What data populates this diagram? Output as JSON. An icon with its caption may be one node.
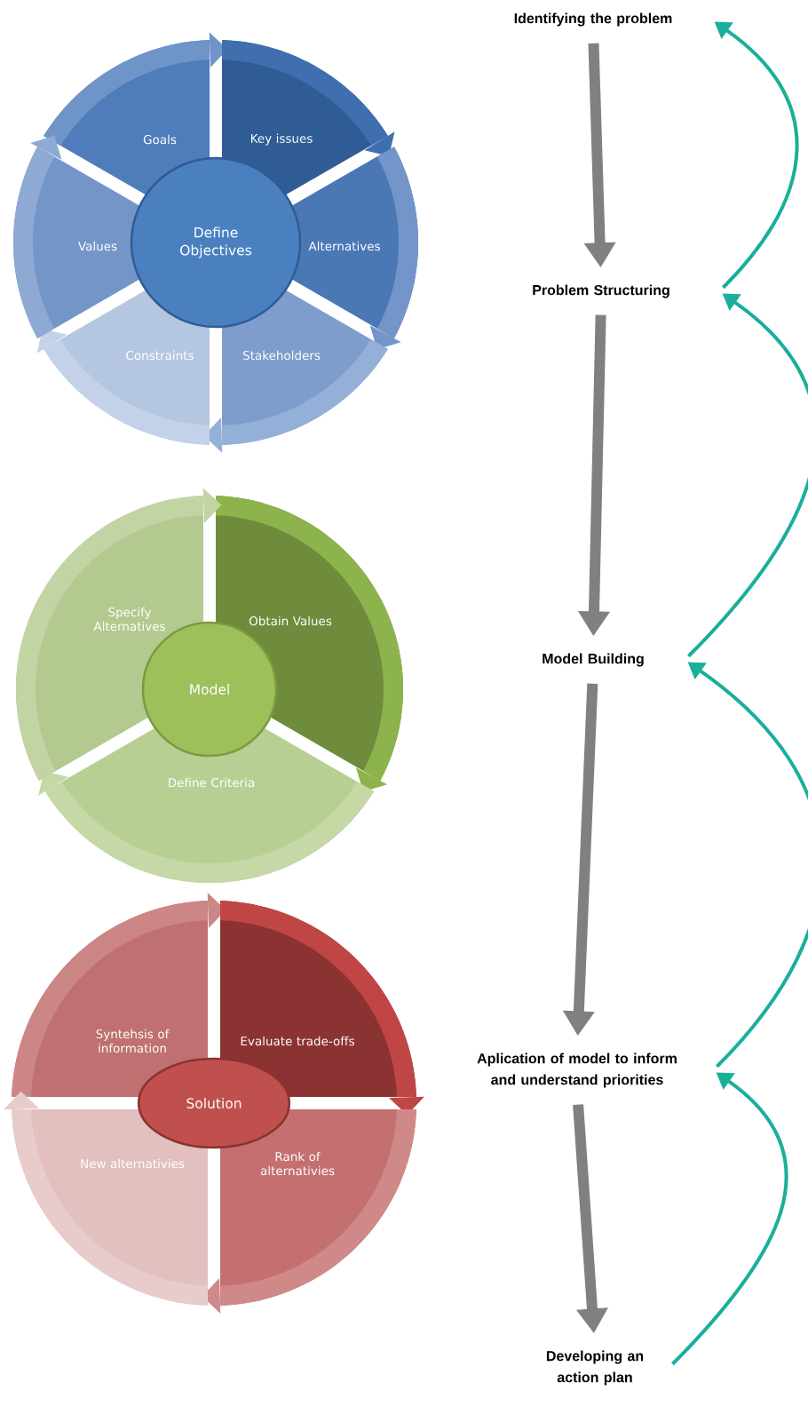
{
  "diagram": {
    "nodes": [
      {
        "text": [
          "Goals"
        ]
      },
      {
        "text": [
          "Key issues"
        ]
      },
      {
        "text": [
          "Alternatives"
        ]
      },
      {
        "text": [
          "Stakeholders"
        ]
      },
      {
        "text": [
          "Constraints"
        ]
      },
      {
        "text": [
          "Values"
        ]
      },
      {
        "text": [
          "Define Objectives"
        ]
      },
      {
        "text": [
          "Specify Alternatives"
        ]
      },
      {
        "text": [
          "Obtain Values"
        ]
      },
      {
        "text": [
          "Define Criteria"
        ]
      },
      {
        "text": [
          "Model"
        ]
      },
      {
        "text": [
          "Syntehsis of information"
        ]
      },
      {
        "text": [
          "Evaluate trade-offs"
        ]
      },
      {
        "text": [
          "Rank of alternativies"
        ]
      },
      {
        "text": [
          "New alternativies"
        ]
      },
      {
        "text": [
          "Solution"
        ]
      },
      {
        "text": [
          "Identifying the problem"
        ]
      },
      {
        "text": [
          "Problem Structuring"
        ]
      },
      {
        "text": [
          "Model Building"
        ]
      },
      {
        "text": [
          "Aplication of model to inform and understand priorities"
        ]
      },
      {
        "text": [
          "Developing an action plan"
        ]
      }
    ],
    "edges": [
      {
        "from": 16,
        "to": 17,
        "arrow": "to",
        "style": "thick"
      },
      {
        "from": 17,
        "to": 18,
        "arrow": "to",
        "style": "thick"
      },
      {
        "from": 18,
        "to": 19,
        "arrow": "to",
        "style": "thick"
      },
      {
        "from": 19,
        "to": 20,
        "arrow": "to",
        "style": "thick"
      },
      {
        "from": 17,
        "to": 16,
        "arrow": "to",
        "color": "#1aaf9a"
      },
      {
        "from": 18,
        "to": 17,
        "arrow": "to",
        "color": "#1aaf9a"
      },
      {
        "from": 19,
        "to": 18,
        "arrow": "to",
        "color": "#1aaf9a"
      },
      {
        "from": 20,
        "to": 19,
        "arrow": "to",
        "color": "#1aaf9a"
      }
    ]
  }
}
